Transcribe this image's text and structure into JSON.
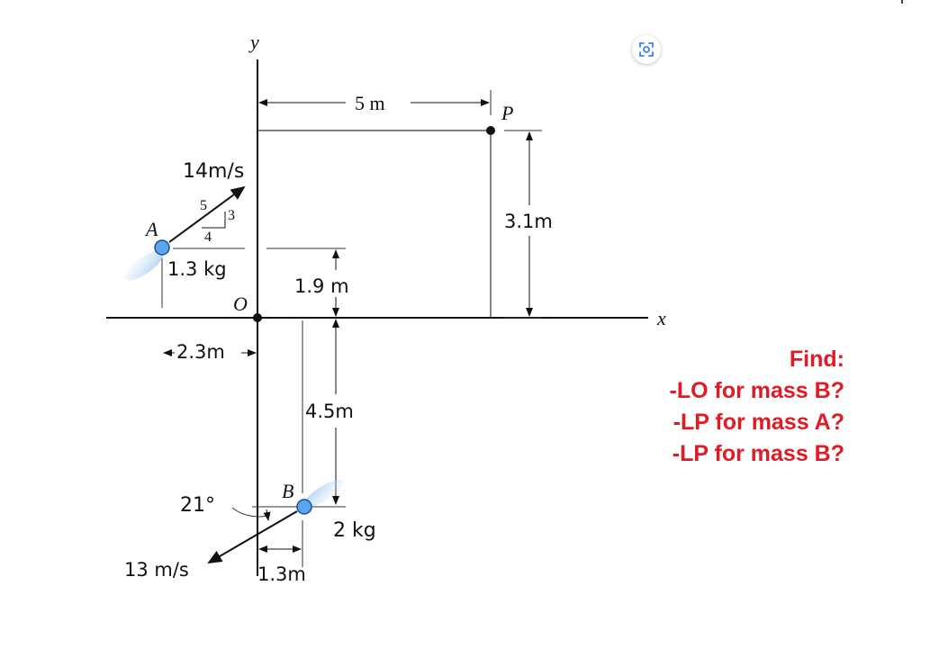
{
  "diagram": {
    "axes": {
      "x_label": "x",
      "y_label": "y",
      "origin_label": "O"
    },
    "point_p": {
      "label": "P"
    },
    "dimensions": {
      "horizontal_to_p": "5 m",
      "height_of_p": "3.1m",
      "height_of_a": "1.9 m",
      "a_left_offset": "2.3m",
      "depth_of_b": "4.5m",
      "b_right_offset": "1.3m"
    },
    "mass_a": {
      "label": "A",
      "velocity": "14m/s",
      "mass": "1.3 kg",
      "slope": {
        "hyp": "5",
        "rise": "3",
        "run": "4"
      }
    },
    "mass_b": {
      "label": "B",
      "velocity": "13 m/s",
      "mass": "2 kg",
      "angle": "21°"
    }
  },
  "question": {
    "heading": "Find:",
    "lines": [
      "-LO for mass B?",
      "-LP for mass A?",
      "-LP for mass B?"
    ]
  },
  "colors": {
    "question_text": "#e01b24",
    "ball_fill": "#5aa6ee",
    "ball_glow": "#b9d8f5",
    "lens_icon": "#3b82f6"
  },
  "icons": {
    "lens": "visual-search-icon"
  }
}
